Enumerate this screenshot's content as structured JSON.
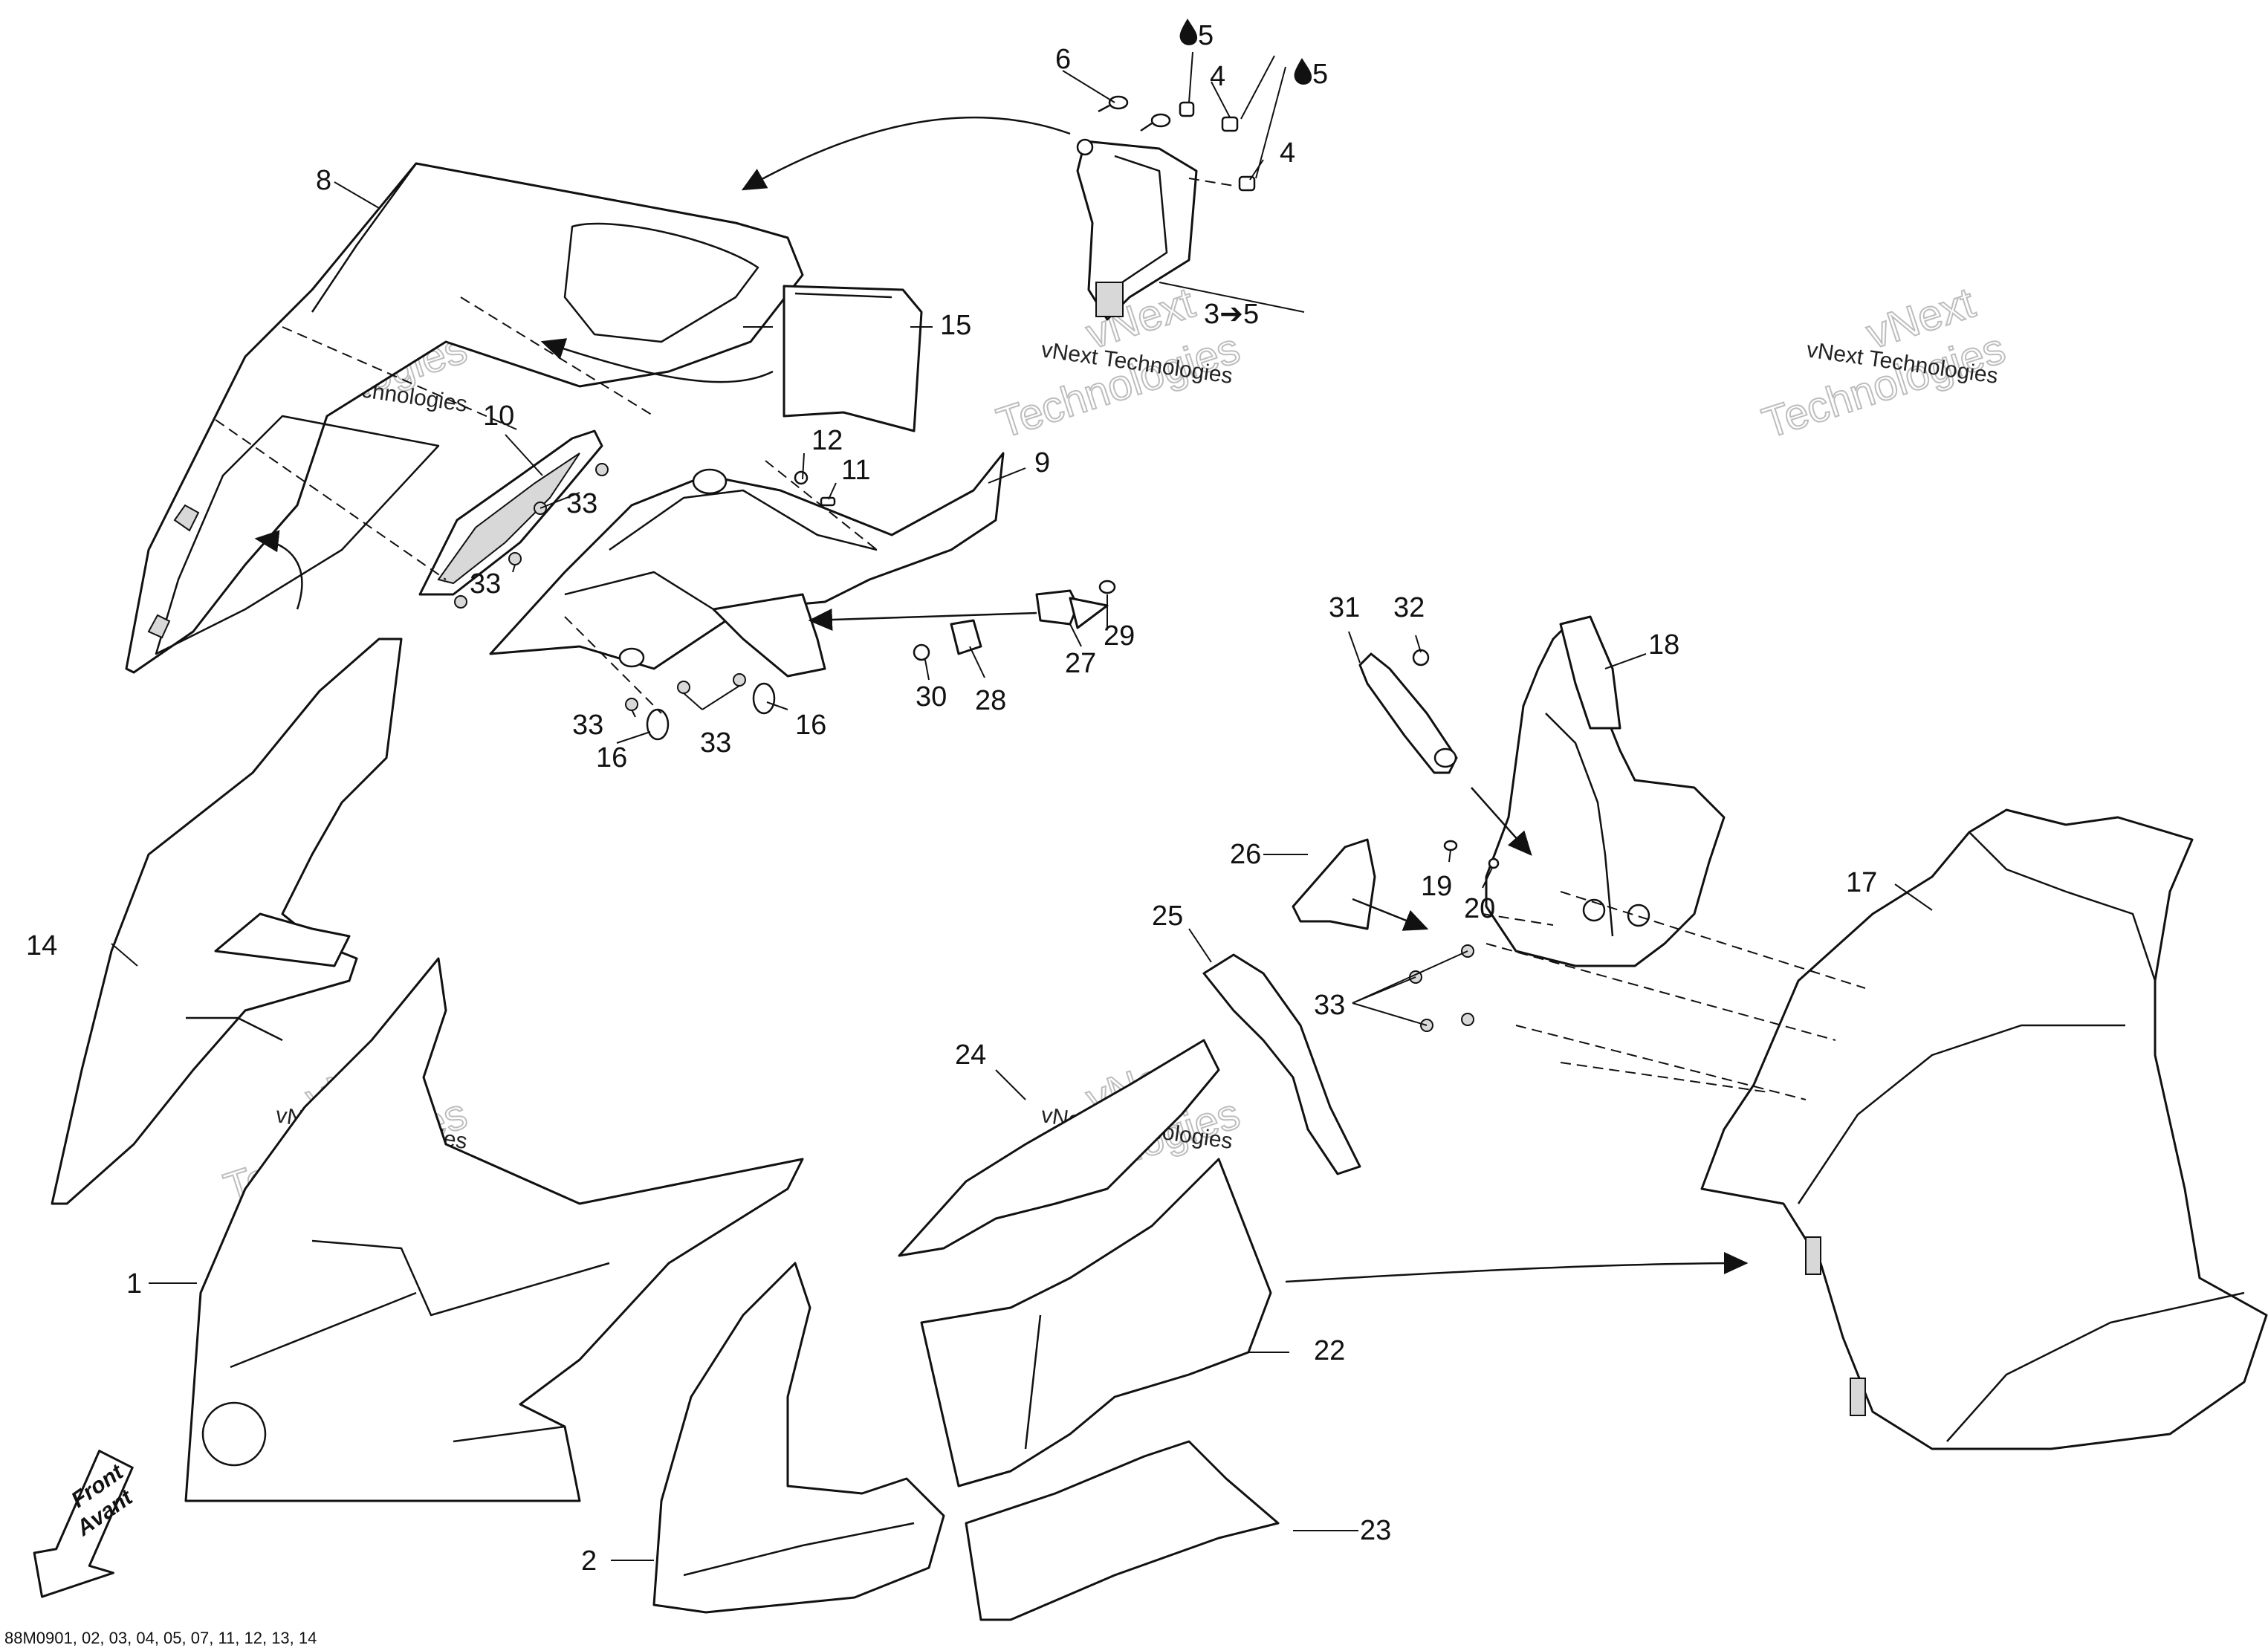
{
  "callouts": {
    "c1": "1",
    "c2": "2",
    "c3": "3➔5",
    "c4a": "4",
    "c4b": "4",
    "c5a": "5",
    "c5b": "5",
    "c6": "6",
    "c8": "8",
    "c9": "9",
    "c10": "10",
    "c11": "11",
    "c12": "12",
    "c14": "14",
    "c15": "15",
    "c16a": "16",
    "c16b": "16",
    "c17": "17",
    "c18": "18",
    "c19": "19",
    "c20": "20",
    "c22": "22",
    "c23": "23",
    "c24": "24",
    "c25": "25",
    "c26": "26",
    "c27": "27",
    "c28": "28",
    "c29": "29",
    "c30": "30",
    "c31": "31",
    "c32": "32",
    "c33a": "33",
    "c33b": "33",
    "c33c": "33",
    "c33d": "33",
    "c33e": "33"
  },
  "watermark": {
    "line": "vNext Technologies",
    "big1": "vNext",
    "big2": "Technologies"
  },
  "front_arrow": {
    "line1": "Front",
    "line2": "Avant"
  },
  "footer": {
    "code": "88M0901, 02, 03, 04, 05, 07, 11, 12, 13, 14"
  }
}
